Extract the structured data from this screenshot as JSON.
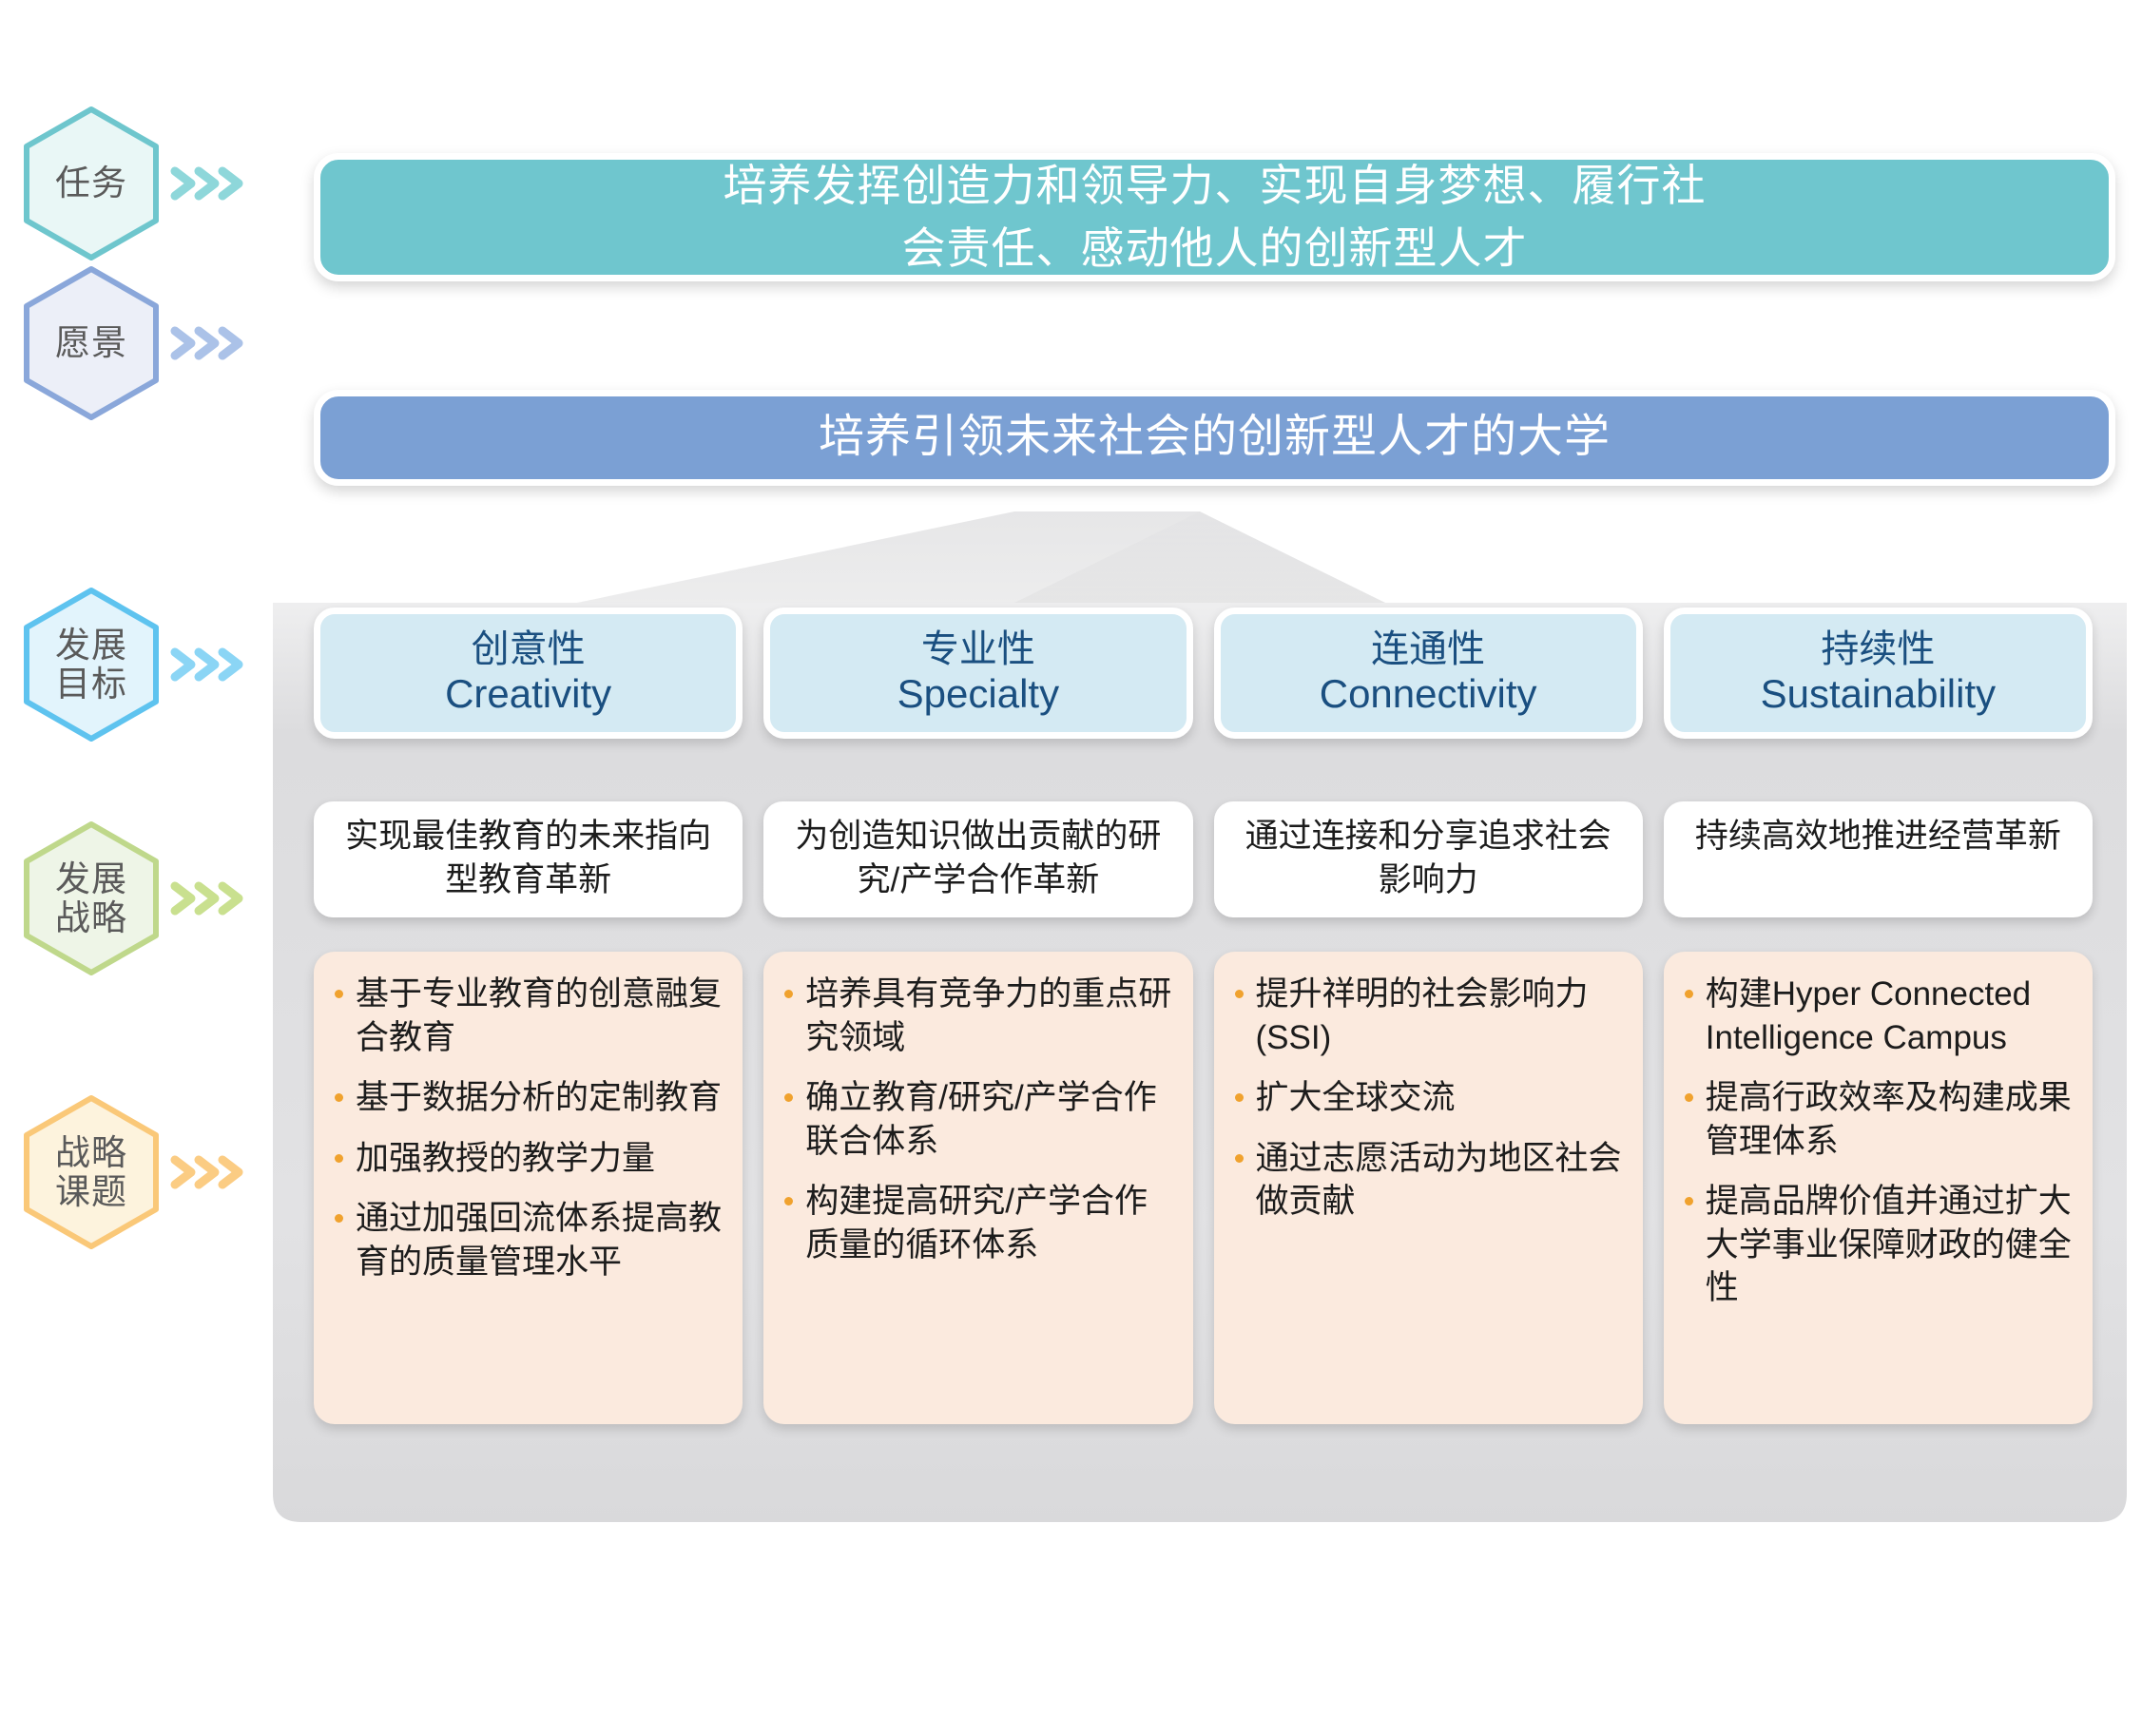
{
  "rail": {
    "rows": [
      {
        "label": "任务",
        "hex_fill": "#e9f7f6",
        "hex_stroke": "#6ec6cd",
        "chevron_color": "#8ed7da"
      },
      {
        "label": "愿景",
        "hex_fill": "#eceff8",
        "hex_stroke": "#8aa7da",
        "chevron_color": "#abc2e8"
      },
      {
        "label": "发展\n目标",
        "hex_fill": "#e2f4fc",
        "hex_stroke": "#5ec3ef",
        "chevron_color": "#8bd5f5"
      },
      {
        "label": "发展\n战略",
        "hex_fill": "#eef5e7",
        "hex_stroke": "#bfd88b",
        "chevron_color": "#c9e08f"
      },
      {
        "label": "战略\n课题",
        "hex_fill": "#fdf3dd",
        "hex_stroke": "#fac878",
        "chevron_color": "#fbcc83"
      }
    ]
  },
  "mission": {
    "text": "培养发挥创造力和领导力、实现自身梦想、履行社\n会责任、感动他人的创新型人才",
    "color": "#6fc6ce"
  },
  "vision": {
    "text": "培养引领未来社会的创新型人才的大学",
    "color": "#7ba0d4"
  },
  "panel": {
    "fill": "#e0e0e2",
    "columns": [
      {
        "goal_cn": "创意性",
        "goal_en": "Creativity",
        "strategy": "实现最佳教育的未来指向型教育革新",
        "tasks": [
          "基于专业教育的创意融复合教育",
          "基于数据分析的定制教育",
          "加强教授的教学力量",
          "通过加强回流体系提高教育的质量管理水平"
        ]
      },
      {
        "goal_cn": "专业性",
        "goal_en": "Specialty",
        "strategy": "为创造知识做出贡献的研究/产学合作革新",
        "tasks": [
          "培养具有竞争力的重点研究领域",
          "确立教育/研究/产学合作联合体系",
          "构建提高研究/产学合作质量的循环体系"
        ]
      },
      {
        "goal_cn": "连通性",
        "goal_en": "Connectivity",
        "strategy": "通过连接和分享追求社会影响力",
        "tasks": [
          "提升祥明的社会影响力(SSI)",
          "扩大全球交流",
          "通过志愿活动为地区社会做贡献"
        ]
      },
      {
        "goal_cn": "持续性",
        "goal_en": "Sustainability",
        "strategy": "持续高效地推进经营革新",
        "tasks": [
          "构建Hyper Connected Intelligence Campus",
          "提高行政效率及构建成果管理体系",
          "提高品牌价值并通过扩大大学事业保障财政的健全性"
        ]
      }
    ]
  }
}
